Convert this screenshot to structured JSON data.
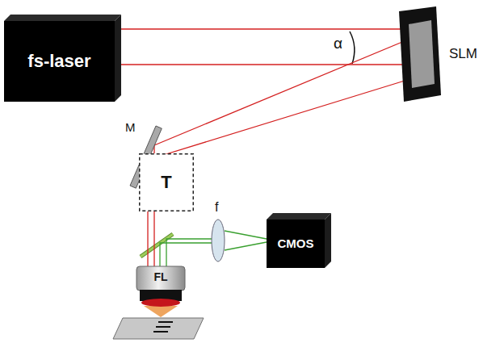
{
  "diagram": {
    "nodes": [
      {
        "text": [
          "fs-laser"
        ]
      },
      {
        "text": [
          "SLM"
        ]
      },
      {
        "text": [
          "M"
        ]
      },
      {
        "text": [
          "T"
        ]
      },
      {
        "text": [
          "f"
        ]
      },
      {
        "text": [
          "CMOS"
        ]
      },
      {
        "text": [
          "FL"
        ]
      }
    ],
    "edges": [
      {
        "from": 0,
        "to": 1,
        "arrow": "none"
      },
      {
        "from": 1,
        "to": 2,
        "arrow": "none"
      },
      {
        "from": 2,
        "to": 3,
        "arrow": "none"
      },
      {
        "from": 3,
        "to": 6,
        "arrow": "none"
      },
      {
        "from": 6,
        "to": 4,
        "arrow": "none"
      },
      {
        "from": 4,
        "to": 5,
        "arrow": "none"
      }
    ],
    "labels": [
      "α"
    ]
  }
}
